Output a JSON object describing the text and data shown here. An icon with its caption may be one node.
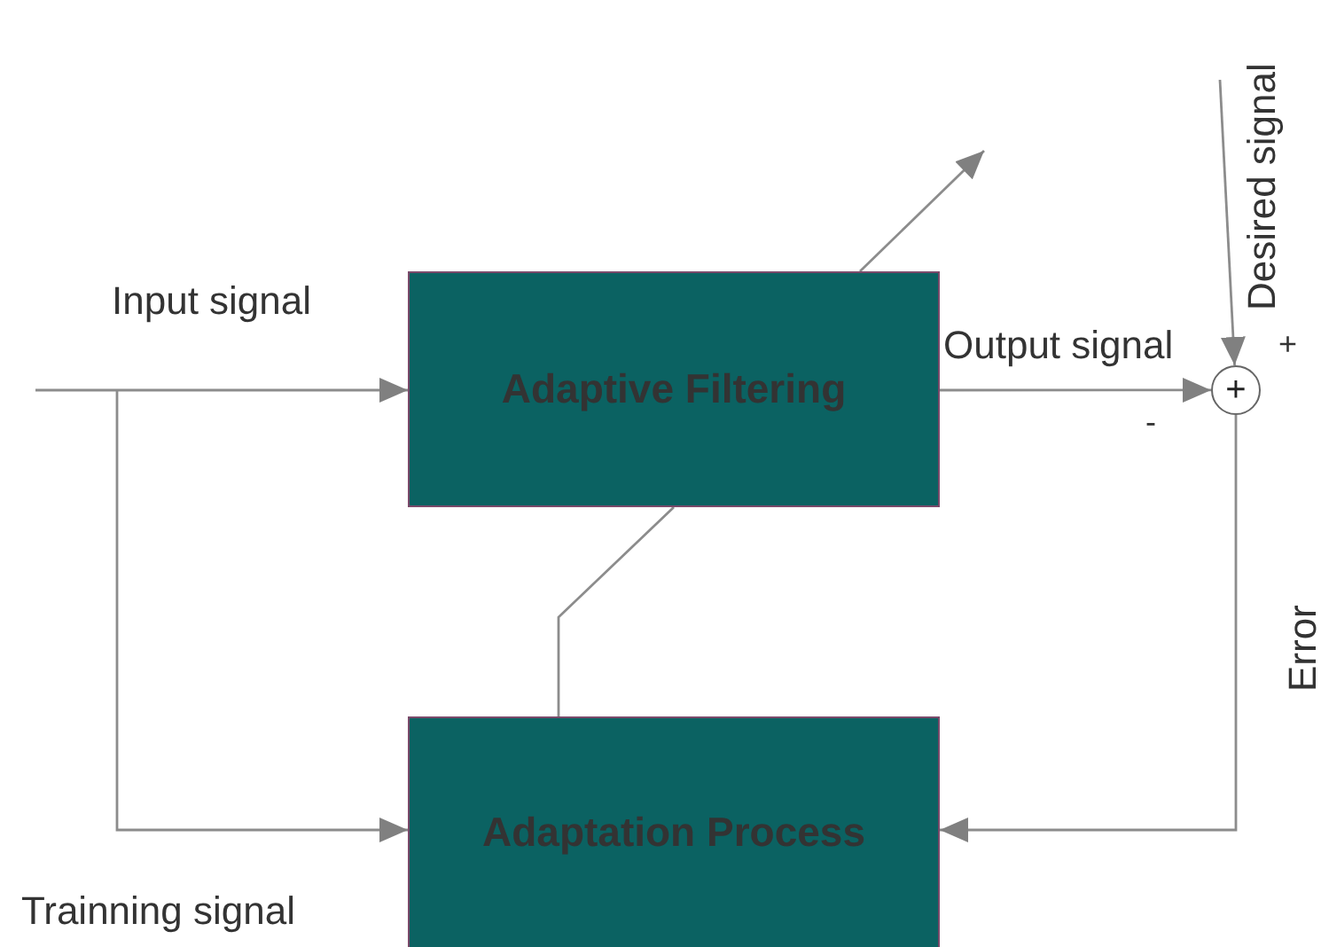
{
  "diagram": {
    "nodes": [
      {
        "text": [
          "Adaptive Filtering"
        ]
      },
      {
        "text": [
          "Adaptation Process"
        ]
      },
      {
        "text": [
          "+"
        ]
      }
    ],
    "edges": [
      {
        "from": null,
        "to": 0,
        "arrow": "to"
      },
      {
        "from": null,
        "to": 1,
        "arrow": "to"
      },
      {
        "from": 0,
        "to": 2,
        "arrow": "to"
      },
      {
        "from": null,
        "to": 2,
        "arrow": "to"
      },
      {
        "from": 2,
        "to": 1,
        "arrow": "to"
      },
      {
        "from": 1,
        "to": 0,
        "arrow": "none"
      },
      {
        "from": 0,
        "to": null,
        "arrow": "to"
      }
    ],
    "labels": [
      "Desired signal",
      "Input signal",
      "Output signal",
      "+",
      "-",
      "Error",
      "Trainning signal"
    ]
  }
}
